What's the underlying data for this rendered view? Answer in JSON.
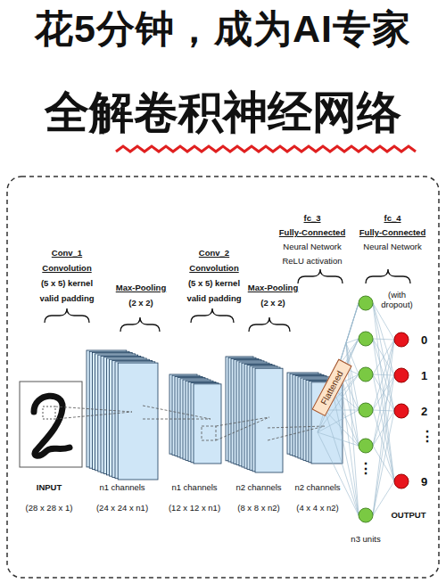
{
  "diagram": {
    "title": "花5分钟，成为AI专家",
    "nodes": [
      {
        "text": [
          "Flattened"
        ]
      },
      {
        "text": [
          "0"
        ]
      },
      {
        "text": [
          "1"
        ]
      },
      {
        "text": [
          "2"
        ]
      },
      {
        "text": [
          "9"
        ]
      }
    ],
    "labels": [
      "全解卷积神经网络",
      "Conv_1",
      "Convolution",
      "(5 x 5) kernel",
      "valid padding",
      "Max-Pooling",
      "(2 x 2)",
      "Conv_2",
      "Convolution",
      "(5 x 5) kernel",
      "valid padding",
      "Max-Pooling",
      "(2 x 2)",
      "fc_3",
      "Fully-Connected",
      "Neural Network",
      "ReLU activation",
      "fc_4",
      "Fully-Connected",
      "Neural Network",
      "(with dropout)",
      "INPUT",
      "(28 x 28 x 1)",
      "n1 channels",
      "(24 x 24 x n1)",
      "n1 channels",
      "(12 x 12 x n1)",
      "n2 channels",
      "(8 x 8 x n2)",
      "n2 channels",
      "(4 x 4 x n2)",
      "n3 units",
      "OUTPUT",
      "⋮",
      "⋮"
    ]
  }
}
